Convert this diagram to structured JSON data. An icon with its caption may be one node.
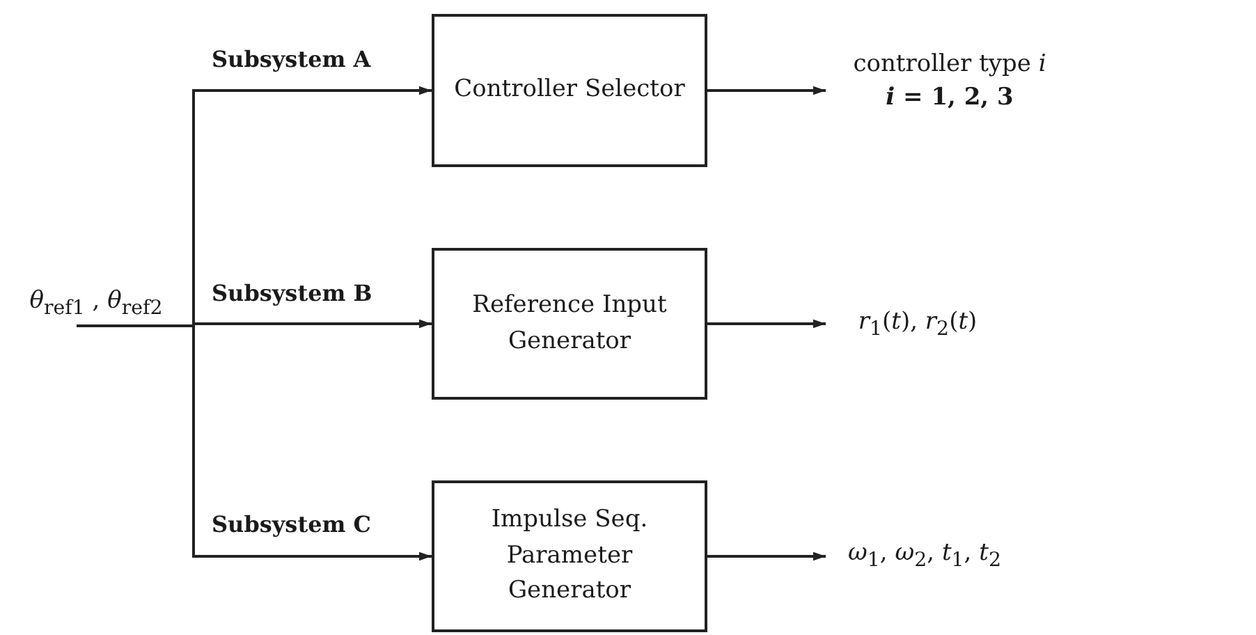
{
  "diagram": {
    "nodes": [
      {
        "text": [
          "*θ*$_{ref1}$ , *θ*$_{ref2}$"
        ]
      },
      {
        "text": [
          "Controller Selector"
        ]
      },
      {
        "text": [
          "Reference Input Generator"
        ]
      },
      {
        "text": [
          "Impulse Seq. Parameter Generator"
        ]
      },
      {
        "text": [
          "controller type *i*",
          "*i* = 1, 2, 3"
        ]
      },
      {
        "text": [
          "*r*$_{1}$(*t*), *r*$_{2}$(*t*)"
        ]
      },
      {
        "text": [
          "*ω*$_{1}$, *ω*$_{2}$, *t*$_{1}$, *t*$_{2}$"
        ]
      }
    ],
    "edges": [
      {
        "from": 0,
        "to": 1,
        "arrow": "to",
        "label": "Subsystem A"
      },
      {
        "from": 0,
        "to": 2,
        "arrow": "to",
        "label": "Subsystem B"
      },
      {
        "from": 0,
        "to": 3,
        "arrow": "to",
        "label": "Subsystem C"
      },
      {
        "from": 1,
        "to": 4,
        "arrow": "to"
      },
      {
        "from": 2,
        "to": 5,
        "arrow": "to"
      },
      {
        "from": 3,
        "to": 6,
        "arrow": "to"
      }
    ]
  }
}
